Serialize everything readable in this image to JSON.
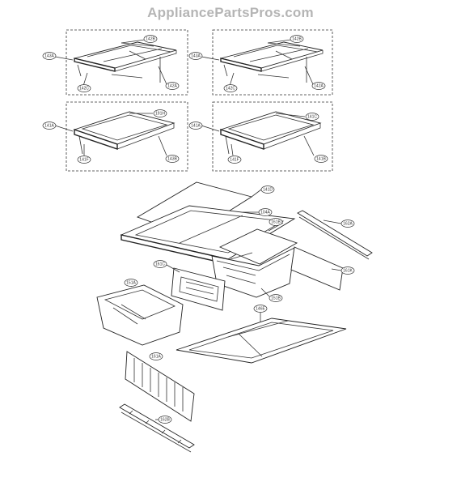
{
  "watermark": "AppliancePartsPros.com",
  "labels": {
    "p143A_1": "143A",
    "p142B_1": "142B",
    "p142C_1": "142C",
    "p142A_1": "142A",
    "p143A_2": "143A",
    "p142B_2": "142B",
    "p142C_2": "142C",
    "p142A_2": "142A",
    "p141A_1": "141A",
    "p191H": "191H",
    "p141F_1": "141F",
    "p143B": "143B",
    "p141A_2": "141A",
    "p141C": "141C",
    "p141F_2": "141F",
    "p141B": "141B",
    "p141D": "141D",
    "p104A": "104A",
    "p161B": "161B",
    "p162A": "162A",
    "p161C": "161C",
    "p161K": "161K",
    "p151A": "151A",
    "p151B": "151B",
    "p146E": "146E",
    "p161A": "161A",
    "p162B": "162B"
  }
}
